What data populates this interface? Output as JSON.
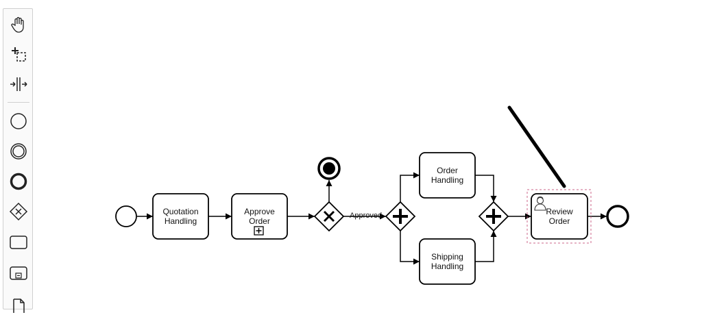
{
  "palette": {
    "tools": [
      {
        "name": "hand-tool",
        "icon": "hand-icon"
      },
      {
        "name": "lasso-tool",
        "icon": "lasso-icon"
      },
      {
        "name": "space-tool",
        "icon": "space-icon"
      },
      {
        "name": "start-event-tool",
        "icon": "start-event-icon"
      },
      {
        "name": "intermediate-event-tool",
        "icon": "intermediate-event-icon"
      },
      {
        "name": "end-event-tool",
        "icon": "end-event-icon"
      },
      {
        "name": "gateway-tool",
        "icon": "gateway-icon"
      },
      {
        "name": "task-tool",
        "icon": "task-icon"
      },
      {
        "name": "subprocess-tool",
        "icon": "subprocess-icon"
      },
      {
        "name": "data-object-tool",
        "icon": "data-object-icon"
      }
    ]
  },
  "diagram": {
    "tasks": {
      "quotation": {
        "line1": "Quotation",
        "line2": "Handling"
      },
      "approve": {
        "line1": "Approve",
        "line2": "Order"
      },
      "order": {
        "line1": "Order",
        "line2": "Handling"
      },
      "shipping": {
        "line1": "Shipping",
        "line2": "Handling"
      },
      "review": {
        "line1": "Review",
        "line2": "Order"
      }
    },
    "flow_label": "Approved",
    "colors": {
      "stroke": "#000000",
      "selection": "#cc6688"
    }
  }
}
